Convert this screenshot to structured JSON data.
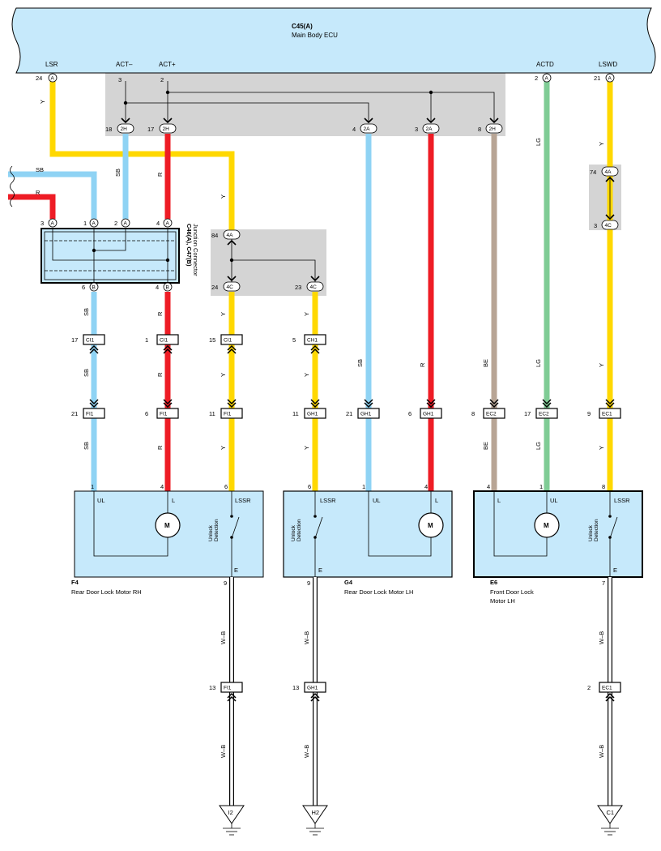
{
  "ecu": {
    "code": "C45(A)",
    "name": "Main Body ECU",
    "pins": [
      {
        "label": "LSR",
        "num": "24",
        "conn": "A"
      },
      {
        "label": "ACT–",
        "num": "3",
        "conn": ""
      },
      {
        "label": "ACT+",
        "num": "2",
        "conn": ""
      },
      {
        "label": "ACTD",
        "num": "2",
        "conn": "A"
      },
      {
        "label": "LSWD",
        "num": "21",
        "conn": "A"
      }
    ]
  },
  "junction": {
    "code": "C46(A), C47(B)",
    "name": "Junction Connector",
    "pins_top": [
      {
        "num": "3",
        "conn": "A"
      },
      {
        "num": "1",
        "conn": "A"
      },
      {
        "num": "2",
        "conn": "A"
      },
      {
        "num": "4",
        "conn": "A"
      }
    ],
    "pins_bottom": [
      {
        "num": "6",
        "conn": "B"
      },
      {
        "num": "4",
        "conn": "B"
      }
    ]
  },
  "wire_colors": {
    "Y": "#ffd800",
    "SB": "#8fd3f4",
    "R": "#ee1c25",
    "LG": "#7fcc95",
    "BE": "#b8a595",
    "WB": "#ffffff"
  },
  "wire_labels": {
    "Y": "Y",
    "SB": "SB",
    "R": "R",
    "LG": "LG",
    "BE": "BE",
    "WB": "W–B"
  },
  "connectors": [
    {
      "num": "18",
      "code": "2H"
    },
    {
      "num": "17",
      "code": "2H"
    },
    {
      "num": "4",
      "code": "2A"
    },
    {
      "num": "3",
      "code": "2A"
    },
    {
      "num": "8",
      "code": "2H"
    },
    {
      "num": "74",
      "code": "4A"
    },
    {
      "num": "3",
      "code": "4C"
    },
    {
      "num": "84",
      "code": "4A"
    },
    {
      "num": "24",
      "code": "4C"
    },
    {
      "num": "23",
      "code": "4C"
    }
  ],
  "inline_connectors": [
    {
      "num": "17",
      "code": "CI1"
    },
    {
      "num": "1",
      "code": "CI1"
    },
    {
      "num": "15",
      "code": "CI1"
    },
    {
      "num": "5",
      "code": "CH1"
    },
    {
      "num": "21",
      "code": "FI1"
    },
    {
      "num": "6",
      "code": "FI1"
    },
    {
      "num": "11",
      "code": "FI1"
    },
    {
      "num": "11",
      "code": "GH1"
    },
    {
      "num": "21",
      "code": "GH1"
    },
    {
      "num": "6",
      "code": "GH1"
    },
    {
      "num": "8",
      "code": "EC2"
    },
    {
      "num": "17",
      "code": "EC2"
    },
    {
      "num": "9",
      "code": "EC1"
    },
    {
      "num": "13",
      "code": "FI1"
    },
    {
      "num": "13",
      "code": "GH1"
    },
    {
      "num": "2",
      "code": "EC1"
    }
  ],
  "components": [
    {
      "code": "F4",
      "name": "Rear Door Lock Motor RH",
      "name_lines": [
        "Rear Door Lock Motor RH"
      ],
      "pins": [
        "1",
        "4",
        "6",
        "9"
      ],
      "terminals": [
        "UL",
        "L",
        "LSSR",
        "E"
      ]
    },
    {
      "code": "G4",
      "name": "Rear Door Lock Motor LH",
      "name_lines": [
        "Rear Door Lock Motor LH"
      ],
      "pins": [
        "6",
        "1",
        "4",
        "9"
      ],
      "terminals": [
        "LSSR",
        "UL",
        "L",
        "E"
      ]
    },
    {
      "code": "E6",
      "name": "Front Door Lock Motor LH",
      "name_lines": [
        "Front Door Lock",
        "Motor LH"
      ],
      "pins": [
        "4",
        "1",
        "8",
        "7"
      ],
      "terminals": [
        "L",
        "UL",
        "LSSR",
        "E"
      ]
    }
  ],
  "motor_symbol": "M",
  "switch_label": [
    "Unlock",
    "Detection"
  ],
  "grounds": [
    "I2",
    "H2",
    "C1"
  ],
  "colors": {
    "ecu_fill": "#c6e9fb",
    "splice_fill": "#d4d4d4"
  }
}
